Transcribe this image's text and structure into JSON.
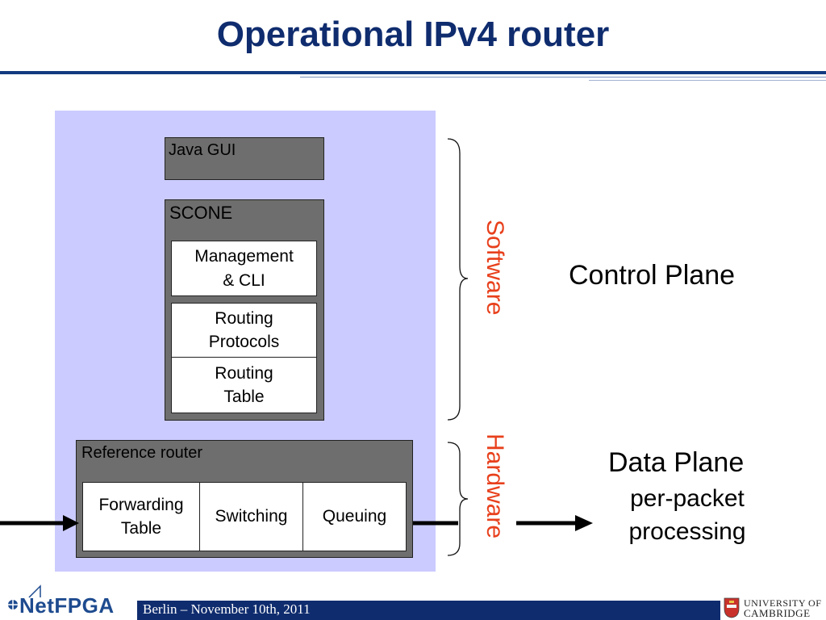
{
  "slide": {
    "title": "Operational IPv4 router"
  },
  "diagram": {
    "java_gui": "Java GUI",
    "scone": {
      "label": "SCONE",
      "management_line1": "Management",
      "management_line2": "& CLI",
      "routing_protocols_line1": "Routing",
      "routing_protocols_line2": "Protocols",
      "routing_table_line1": "Routing",
      "routing_table_line2": "Table"
    },
    "reference_router": {
      "label": "Reference router",
      "forwarding_line1": "Forwarding",
      "forwarding_line2": "Table",
      "switching": "Switching",
      "queuing": "Queuing"
    },
    "software_label": "Software",
    "hardware_label": "Hardware",
    "control_plane": "Control Plane",
    "data_plane": "Data Plane",
    "per_packet_line1": "per-packet",
    "per_packet_line2": "processing"
  },
  "footer": {
    "event": "Berlin – November 10th, 2011",
    "left_logo": "NetFPGA",
    "right_logo_line1": "UNIVERSITY OF",
    "right_logo_line2": "CAMBRIDGE"
  },
  "colors": {
    "title": "#0f2c6e",
    "panel": "#cbcbff",
    "box_gray": "#6e6e6e",
    "vertical_label": "#e8401c",
    "footer_bar": "#0f2c6e"
  }
}
